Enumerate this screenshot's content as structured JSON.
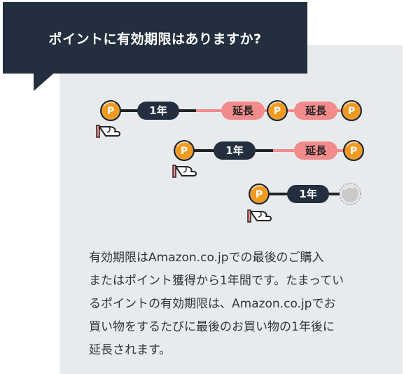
{
  "title": "ポイントに有効期限はありますか?",
  "labels": {
    "year": "1年",
    "extend": "延長",
    "coin_letter": "P"
  },
  "body_lines": [
    "有効期限はAmazon.co.jpでの最後のご購入",
    "またはポイント獲得から1年間です。たまってい",
    "るポイントの有効期限は、Amazon.co.jpでお",
    "買い物をするたびに最後のお買い物の1年後に",
    "延長されます。"
  ],
  "colors": {
    "title_bg": "#232f3e",
    "panel_bg": "#e8ebee",
    "coin": "#f39a1e",
    "extend": "#f28b8b",
    "pill": "#232f3e",
    "expired_coin": "#c9c9c9"
  },
  "icons": [
    "coin-p-icon",
    "hand-icon",
    "expired-coin-icon"
  ]
}
